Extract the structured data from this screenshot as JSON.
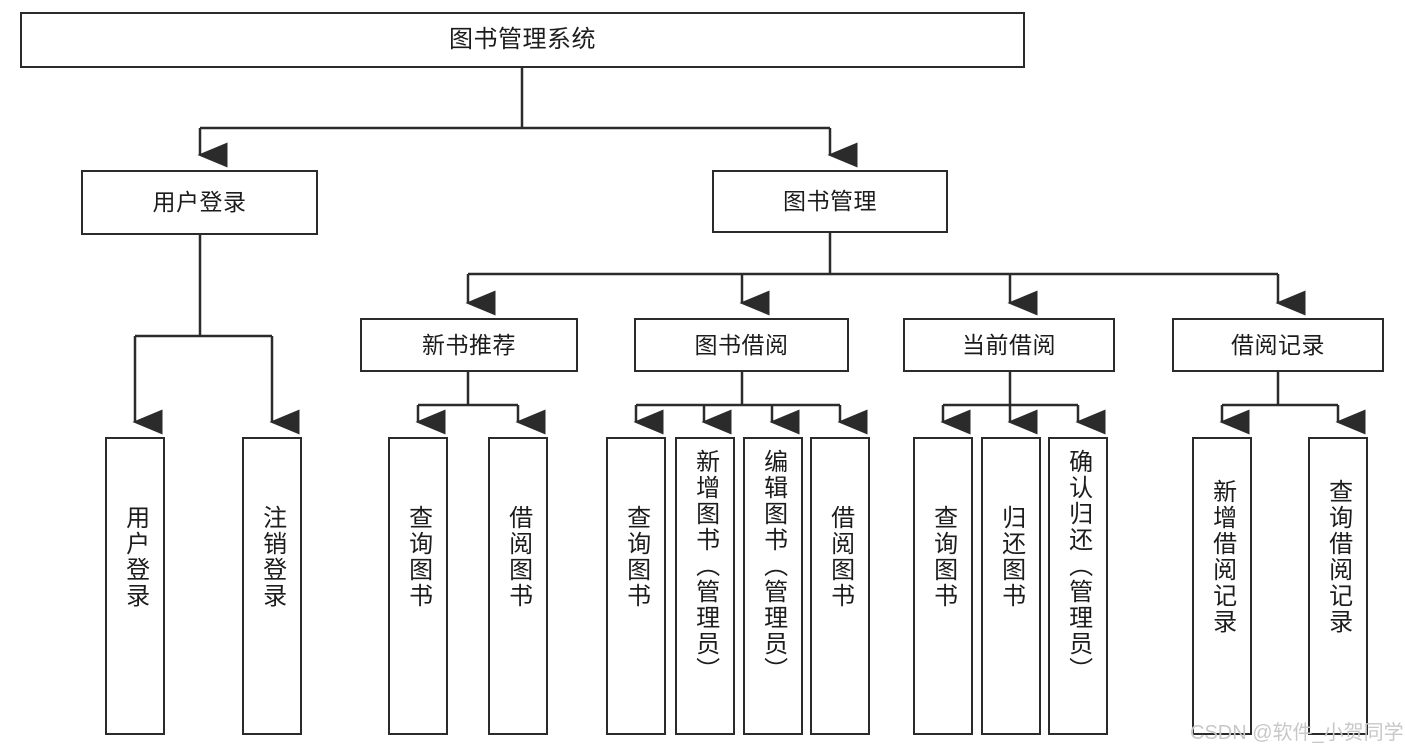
{
  "diagram": {
    "title": "图书管理系统",
    "type": "tree",
    "root": {
      "id": "root",
      "label": "图书管理系统"
    },
    "level2": [
      {
        "id": "user-login",
        "label": "用户登录"
      },
      {
        "id": "book-manage",
        "label": "图书管理"
      }
    ],
    "level3": [
      {
        "id": "new-book-recommend",
        "label": "新书推荐",
        "parent": "book-manage"
      },
      {
        "id": "book-borrow",
        "label": "图书借阅",
        "parent": "book-manage"
      },
      {
        "id": "current-borrow",
        "label": "当前借阅",
        "parent": "book-manage"
      },
      {
        "id": "borrow-record",
        "label": "借阅记录",
        "parent": "book-manage"
      }
    ],
    "leaves": [
      {
        "id": "leaf-user-login",
        "label": "用户登录",
        "parent": "user-login"
      },
      {
        "id": "leaf-logout",
        "label": "注销登录",
        "parent": "user-login"
      },
      {
        "id": "leaf-query-book-1",
        "label": "查询图书",
        "parent": "new-book-recommend"
      },
      {
        "id": "leaf-borrow-book-1",
        "label": "借阅图书",
        "parent": "new-book-recommend"
      },
      {
        "id": "leaf-query-book-2",
        "label": "查询图书",
        "parent": "book-borrow"
      },
      {
        "id": "leaf-add-book",
        "label": "新增图书（管理员）",
        "parent": "book-borrow"
      },
      {
        "id": "leaf-edit-book",
        "label": "编辑图书（管理员）",
        "parent": "book-borrow"
      },
      {
        "id": "leaf-borrow-book-2",
        "label": "借阅图书",
        "parent": "book-borrow"
      },
      {
        "id": "leaf-query-book-3",
        "label": "查询图书",
        "parent": "current-borrow"
      },
      {
        "id": "leaf-return-book",
        "label": "归还图书",
        "parent": "current-borrow"
      },
      {
        "id": "leaf-confirm-return",
        "label": "确认归还（管理员）",
        "parent": "current-borrow"
      },
      {
        "id": "leaf-add-record",
        "label": "新增借阅记录",
        "parent": "borrow-record"
      },
      {
        "id": "leaf-query-record",
        "label": "查询借阅记录",
        "parent": "borrow-record"
      }
    ],
    "watermark": "CSDN @软件_小贺同学",
    "colors": {
      "stroke": "#2b2b2b",
      "background": "#ffffff",
      "text": "#1c1c1c",
      "watermark": "#c8c8c8"
    }
  }
}
